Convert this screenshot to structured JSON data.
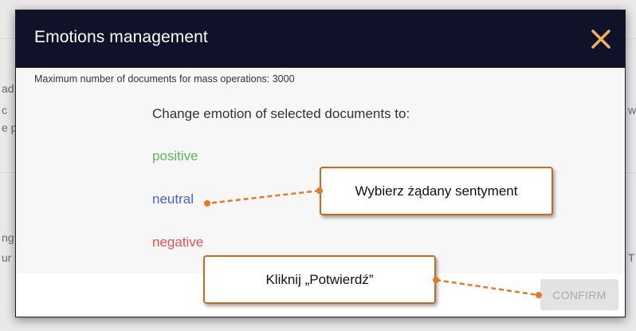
{
  "modal": {
    "title": "Emotions management",
    "info_text": "Maximum number of documents for mass operations: 3000",
    "prompt": "Change emotion of selected documents to:",
    "options": [
      {
        "label": "positive",
        "color": "#5bb85b"
      },
      {
        "label": "neutral",
        "color": "#4a5ed6"
      },
      {
        "label": "negative",
        "color": "#e05353"
      }
    ],
    "confirm_label": "CONFIRM",
    "close_icon": "close-icon",
    "header_color": "#10122a",
    "close_color": "#f0b060"
  },
  "callouts": {
    "select_sentiment": "Wybierz żądany sentyment",
    "click_confirm": "Kliknij „Potwierdź”",
    "accent_color": "#e07b2c"
  }
}
